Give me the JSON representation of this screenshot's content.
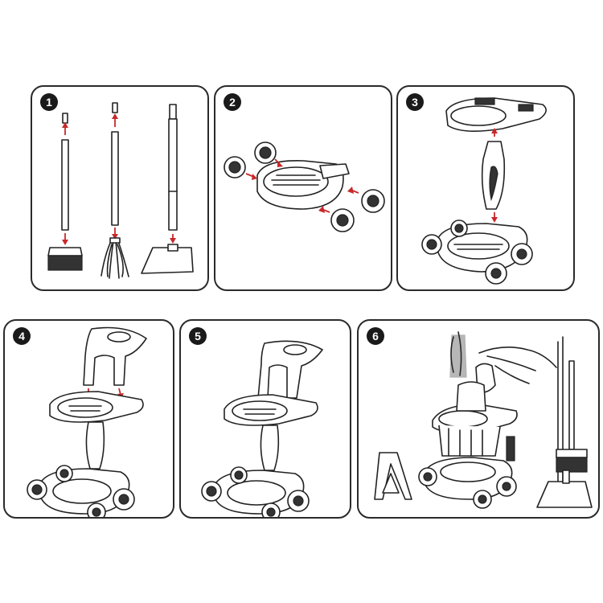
{
  "steps": [
    {
      "number": "1"
    },
    {
      "number": "2"
    },
    {
      "number": "3"
    },
    {
      "number": "4"
    },
    {
      "number": "5"
    },
    {
      "number": "6"
    }
  ],
  "colors": {
    "arrow": "#c8282a",
    "line": "#222222",
    "badge": "#1a1a1a"
  }
}
